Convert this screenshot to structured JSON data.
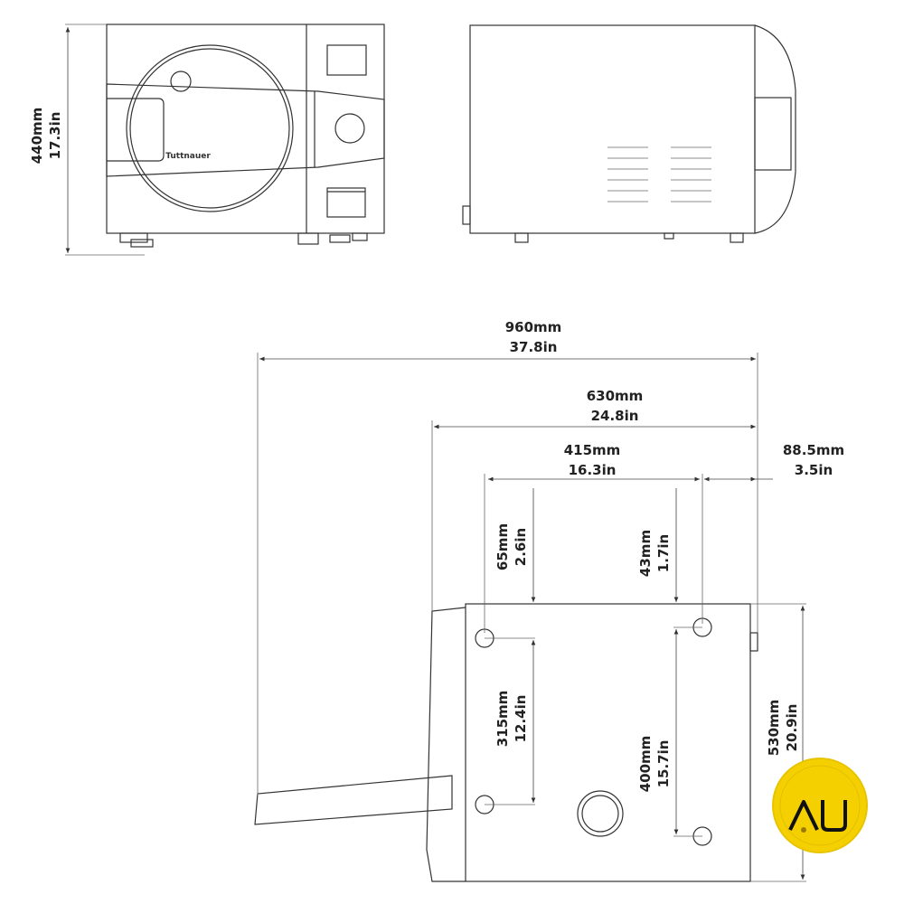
{
  "dimensions": {
    "height": {
      "mm": "440mm",
      "in": "17.3in"
    },
    "total_length": {
      "mm": "960mm",
      "in": "37.8in"
    },
    "body_depth": {
      "mm": "630mm",
      "in": "24.8in"
    },
    "foot_spacing_depth": {
      "mm": "415mm",
      "in": "16.3in"
    },
    "rear_offset": {
      "mm": "88.5mm",
      "in": "3.5in"
    },
    "front_foot_offset": {
      "mm": "65mm",
      "in": "2.6in"
    },
    "rear_foot_offset": {
      "mm": "43mm",
      "in": "1.7in"
    },
    "front_foot_spacing": {
      "mm": "315mm",
      "in": "12.4in"
    },
    "rear_foot_spacing": {
      "mm": "400mm",
      "in": "15.7in"
    },
    "width": {
      "mm": "530mm",
      "in": "20.9in"
    }
  },
  "brand_text": "Tuttnauer",
  "logo": {
    "text": "AU",
    "color": "#f5d000"
  }
}
